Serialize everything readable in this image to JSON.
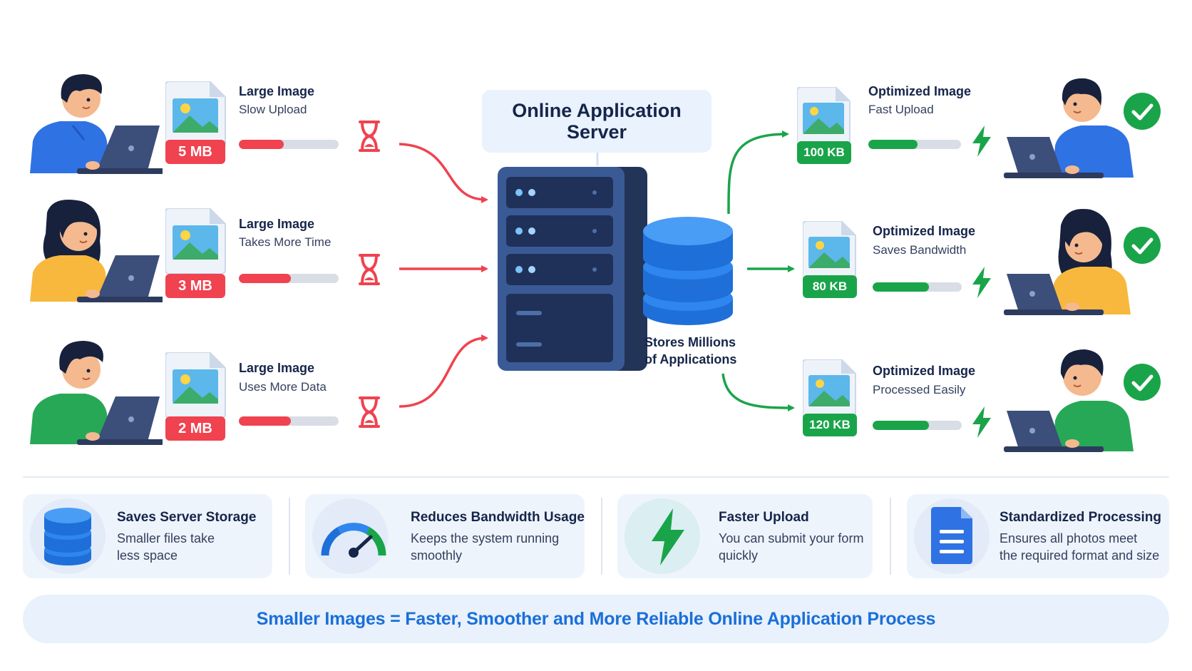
{
  "server": {
    "title_line1": "Online Application",
    "title_line2": "Server"
  },
  "database": {
    "label_line1": "Stores Millions",
    "label_line2": "of Applications"
  },
  "uploads": [
    {
      "title": "Large Image",
      "subtitle": "Slow Upload",
      "size": "5 MB",
      "progress": 0.45
    },
    {
      "title": "Large Image",
      "subtitle": "Takes More Time",
      "size": "3 MB",
      "progress": 0.52
    },
    {
      "title": "Large Image",
      "subtitle": "Uses More Data",
      "size": "2 MB",
      "progress": 0.52
    }
  ],
  "optimized": [
    {
      "title": "Optimized Image",
      "subtitle": "Fast Upload",
      "size": "100 KB",
      "progress": 0.53
    },
    {
      "title": "Optimized Image",
      "subtitle": "Saves Bandwidth",
      "size": "80 KB",
      "progress": 0.63
    },
    {
      "title": "Optimized Image",
      "subtitle": "Processed Easily",
      "size": "120 KB",
      "progress": 0.63
    }
  ],
  "benefits": [
    {
      "title": "Saves Server Storage",
      "desc_line1": "Smaller files take",
      "desc_line2": "less space",
      "icon": "database-icon"
    },
    {
      "title": "Reduces Bandwidth Usage",
      "desc_line1": "Keeps the system running",
      "desc_line2": "smoothly",
      "icon": "speedometer-icon"
    },
    {
      "title": "Faster Upload",
      "desc_line1": "You can submit your form",
      "desc_line2": "quickly",
      "icon": "lightning-icon"
    },
    {
      "title": "Standardized Processing",
      "desc_line1": "Ensures all photos meet",
      "desc_line2": "the required format and size",
      "icon": "document-icon"
    }
  ],
  "footer": {
    "text": "Smaller Images = Faster, Smoother and More Reliable Online Application Process"
  },
  "colors": {
    "red": "#f0424f",
    "green": "#1aa44a",
    "blue": "#2f72e4",
    "navy": "#16254a",
    "server_dark": "#2b3f6b"
  }
}
